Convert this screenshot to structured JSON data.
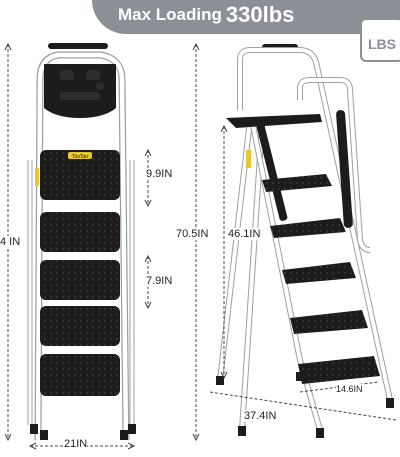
{
  "banner": {
    "label": "Max Loading",
    "capacity": "330lbs",
    "badge": "LBS"
  },
  "dimensions": {
    "overall_height_front": "4 IN",
    "step_spacing": "9.9IN",
    "step_spacing_lower": "7.9IN",
    "width_front": "21IN",
    "overall_height_side": "70.5IN",
    "platform_height": "46.1IN",
    "depth_base": "37.4IN",
    "step_width": "14.6IN"
  },
  "labels": {
    "brand_tag": "TooTan"
  },
  "colors": {
    "banner": "#8a9096",
    "frame": "#ffffff",
    "frame_outline": "#9aa0a6",
    "steps": "#1c1c1c",
    "tag": "#e8c531"
  }
}
